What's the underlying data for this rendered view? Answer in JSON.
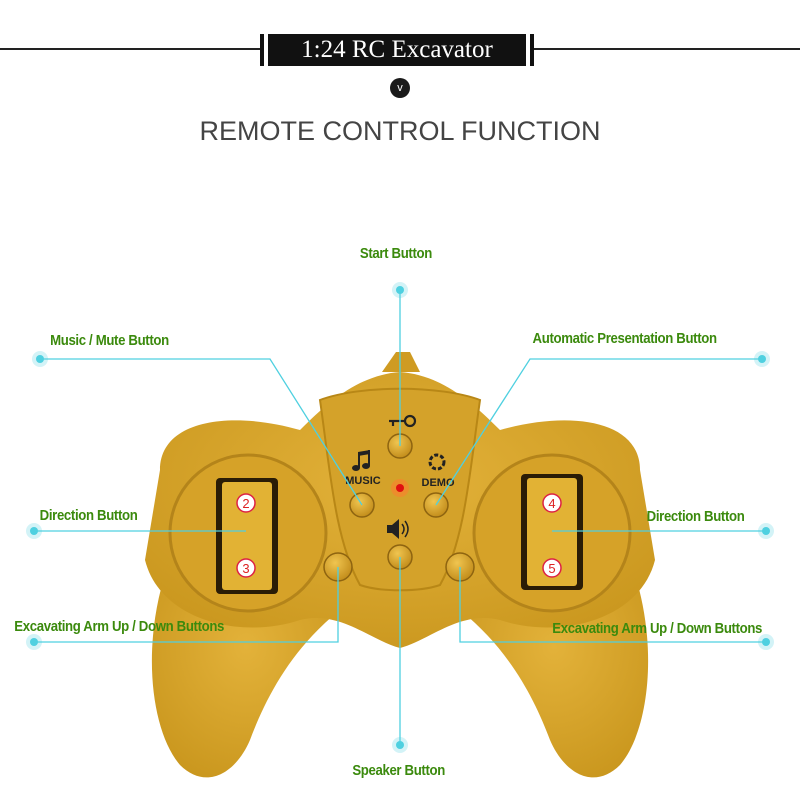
{
  "header": {
    "title": "1:24 RC Excavator",
    "chevron": "v"
  },
  "subtitle": "REMOTE CONTROL FUNCTION",
  "callouts": {
    "start": "Start Button",
    "music": "Music / Mute Button",
    "demo": "Automatic Presentation Button",
    "direction_left": "Direction Button",
    "direction_right": "Direction Button",
    "arm_left": "Excavating Arm Up / Down Buttons",
    "arm_right": "Excavating Arm Up / Down Buttons",
    "speaker": "Speaker Button"
  },
  "controller": {
    "music_label": "MUSIC",
    "demo_label": "DEMO",
    "left_top_num": "2",
    "left_bottom_num": "3",
    "right_top_num": "4",
    "right_bottom_num": "5"
  },
  "colors": {
    "body": "#d9a72c",
    "label_green": "#3b8a0d",
    "callout_line": "#4fd0e0"
  }
}
